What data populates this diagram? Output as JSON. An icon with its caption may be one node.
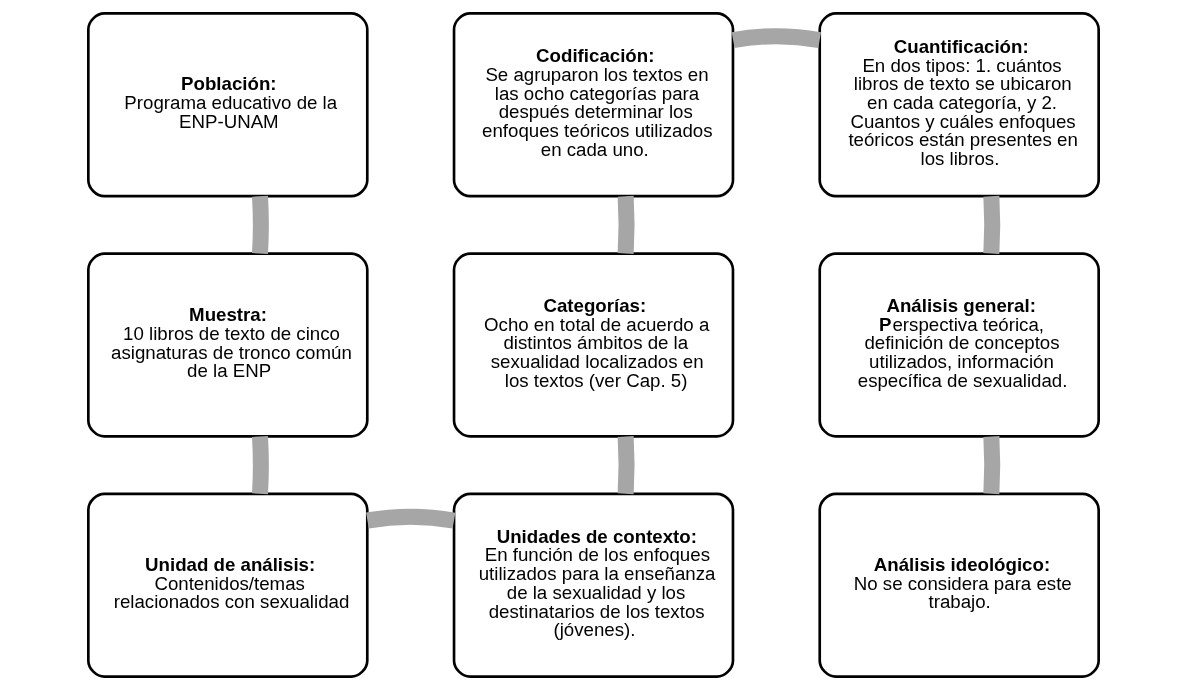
{
  "diagram": {
    "nodes": [
      {
        "text": [
          "Población:",
          "Programa educativo de la ENP-UNAM"
        ]
      },
      {
        "text": [
          "Muestra:",
          "10 libros de texto de cinco asignaturas de tronco común de la ENP"
        ]
      },
      {
        "text": [
          "Unidad de análisis:",
          "Contenidos/temas relacionados con sexualidad"
        ]
      },
      {
        "text": [
          "Unidades de contexto:",
          "En función de los enfoques utilizados para la enseñanza de la sexualidad y los destinatarios de los textos (jóvenes)."
        ]
      },
      {
        "text": [
          "Categorías:",
          "Ocho en total de acuerdo a distintos ámbitos de la sexualidad localizados en los textos (ver Cap. 5)"
        ]
      },
      {
        "text": [
          "Codificación:",
          "Se agruparon los textos en las ocho categorías para después determinar los enfoques teóricos utilizados en cada uno."
        ]
      },
      {
        "text": [
          "Cuantificación:",
          "En dos tipos: 1. cuántos libros de texto se ubicaron en cada categoría, y 2. Cuantos y cuáles enfoques teóricos están presentes en los libros."
        ]
      },
      {
        "text": [
          "Análisis general:",
          "**P**erspectiva teórica, definición de conceptos utilizados, información específica de sexualidad."
        ]
      },
      {
        "text": [
          "Análisis ideológico:",
          "No se considera para este trabajo."
        ]
      }
    ],
    "edges": [
      {
        "from": 0,
        "to": 1,
        "arrow": "none"
      },
      {
        "from": 1,
        "to": 2,
        "arrow": "none"
      },
      {
        "from": 2,
        "to": 3,
        "arrow": "none"
      },
      {
        "from": 3,
        "to": 4,
        "arrow": "none"
      },
      {
        "from": 4,
        "to": 5,
        "arrow": "none"
      },
      {
        "from": 5,
        "to": 6,
        "arrow": "none"
      },
      {
        "from": 6,
        "to": 7,
        "arrow": "none"
      },
      {
        "from": 7,
        "to": 8,
        "arrow": "none"
      }
    ]
  }
}
